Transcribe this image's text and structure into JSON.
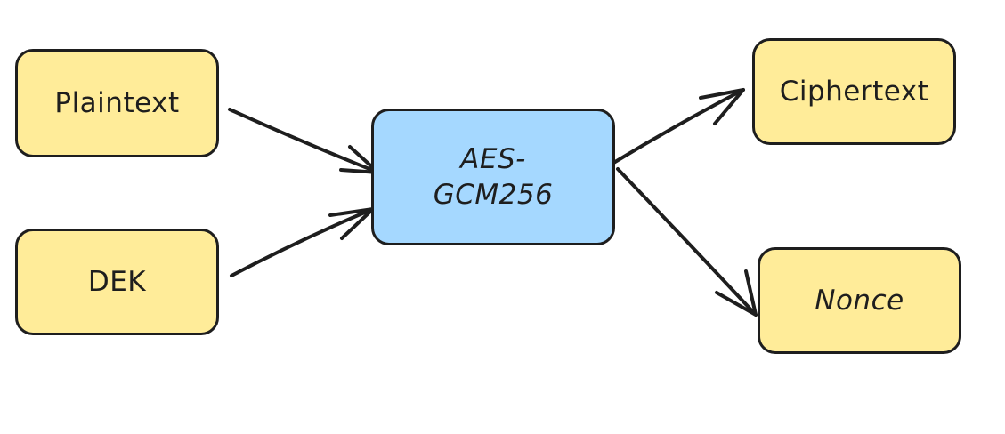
{
  "nodes": {
    "plaintext": {
      "label": "Plaintext",
      "color": "#ffec99"
    },
    "dek": {
      "label": "DEK",
      "color": "#ffec99"
    },
    "aes": {
      "line1": "AES-",
      "line2": "GCM256",
      "color": "#a5d8ff"
    },
    "ciphertext": {
      "label": "Ciphertext",
      "color": "#ffec99"
    },
    "nonce": {
      "label": "Nonce",
      "color": "#ffec99"
    }
  },
  "edges": [
    {
      "from": "Plaintext",
      "to": "AES-GCM256"
    },
    {
      "from": "DEK",
      "to": "AES-GCM256"
    },
    {
      "from": "AES-GCM256",
      "to": "Ciphertext"
    },
    {
      "from": "AES-GCM256",
      "to": "Nonce"
    }
  ],
  "stroke_color": "#1e1e1e"
}
